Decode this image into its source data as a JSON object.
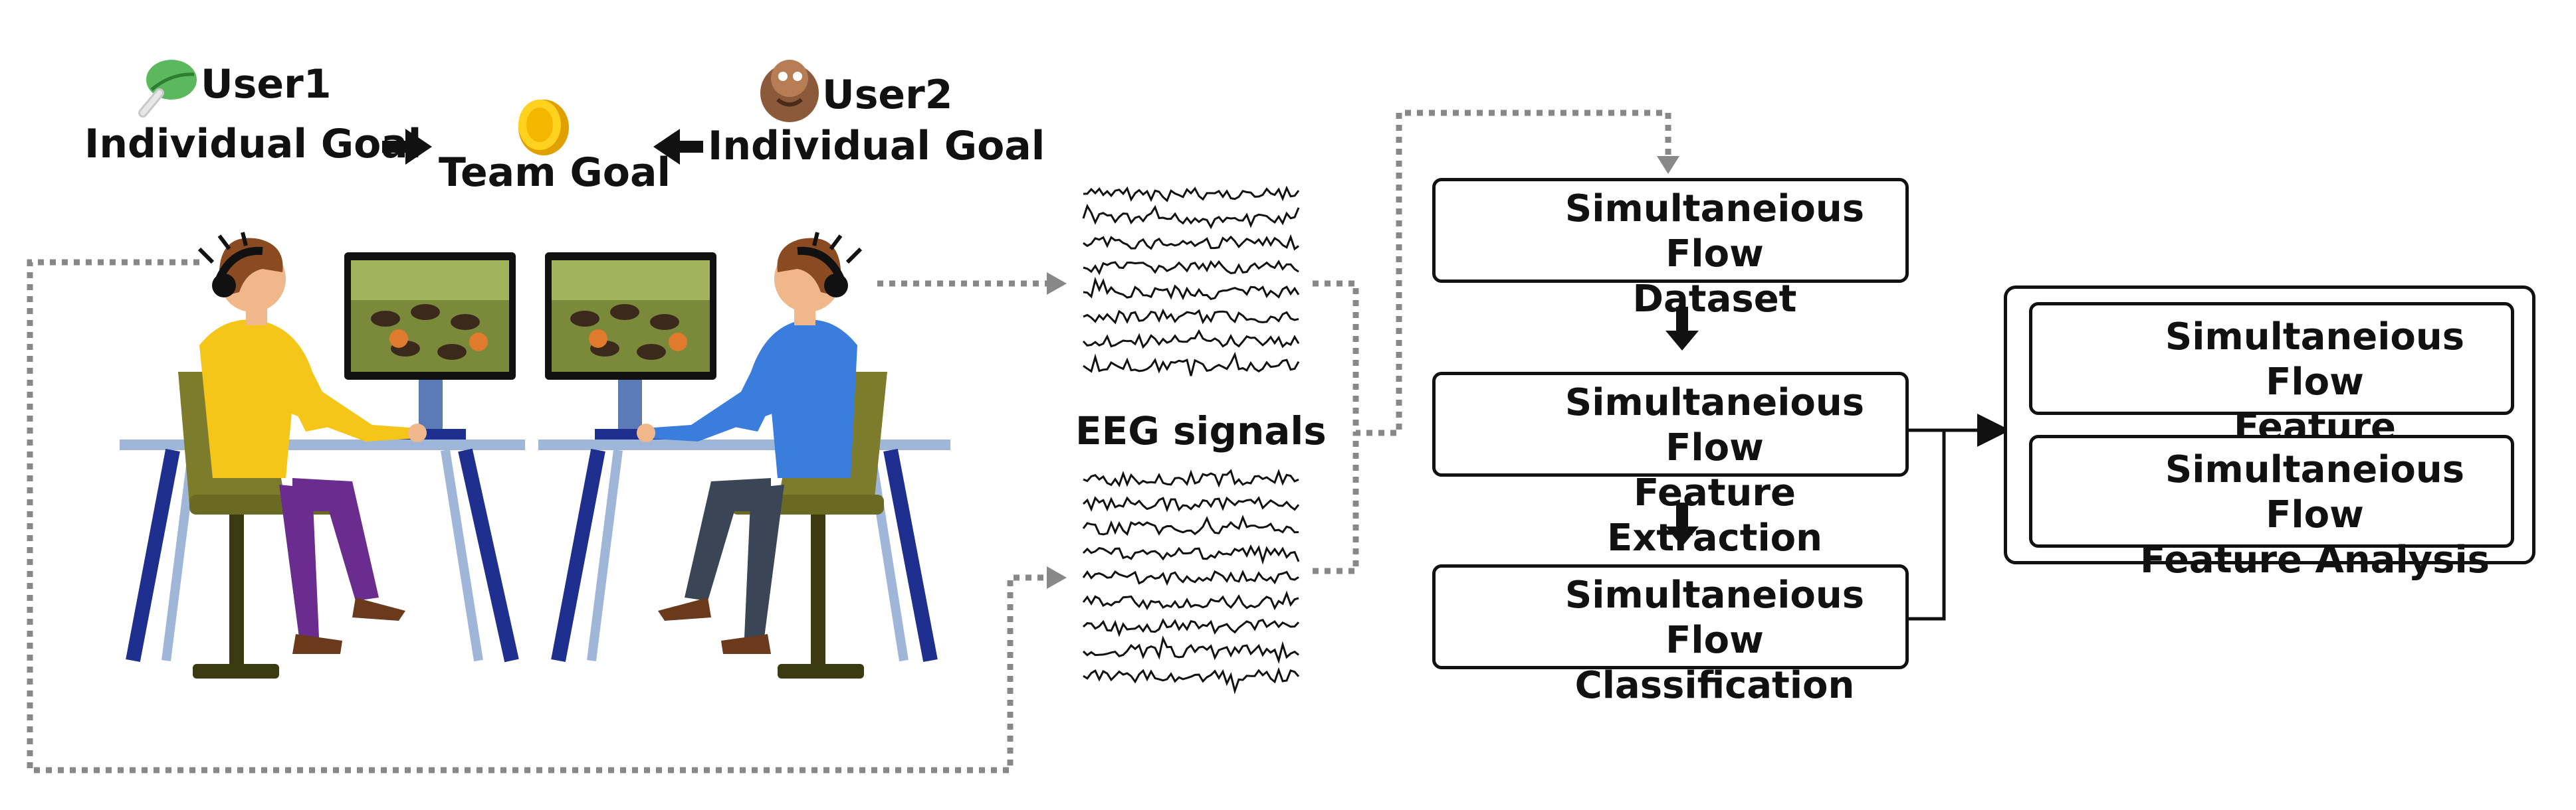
{
  "users": {
    "user1": {
      "name": "User1",
      "goal": "Individual Goal"
    },
    "user2": {
      "name": "User2",
      "goal": "Individual Goal"
    },
    "team_goal": "Team Goal"
  },
  "eeg": {
    "label": "EEG signals"
  },
  "pipeline": {
    "dataset": [
      "Simultaneious Flow",
      "Dataset"
    ],
    "extraction": [
      "Simultaneious Flow",
      "Feature Extraction"
    ],
    "classification": [
      "Simultaneious Flow",
      "Classification"
    ]
  },
  "outputs": {
    "validation": [
      "Simultaneious Flow",
      "Feature Validation"
    ],
    "analysis": [
      "Simultaneious Flow",
      "Feature Analysis"
    ]
  },
  "colors": {
    "user1_shirt": "#f5c518",
    "user1_pants": "#6a2c8e",
    "user2_shirt": "#3b7ddd",
    "user2_pants": "#3a4656",
    "chair": "#7d7c2c",
    "desk_legs": "#1e2f8f",
    "desk_top": "#9fb6d9",
    "accent_blue": "#2f80ed",
    "dotted_arrow": "#888888"
  }
}
